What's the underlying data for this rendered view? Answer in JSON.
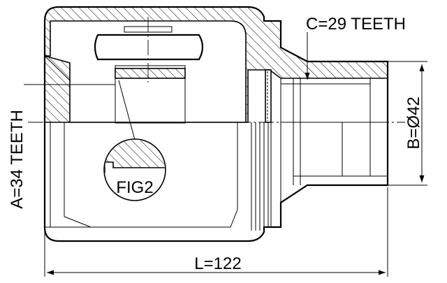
{
  "drawing": {
    "label_c": "C=29 TEETH",
    "label_a": "A=34 TEETH",
    "label_b": "B=Ø42",
    "label_l": "L=122",
    "label_fig": "FIG2"
  }
}
